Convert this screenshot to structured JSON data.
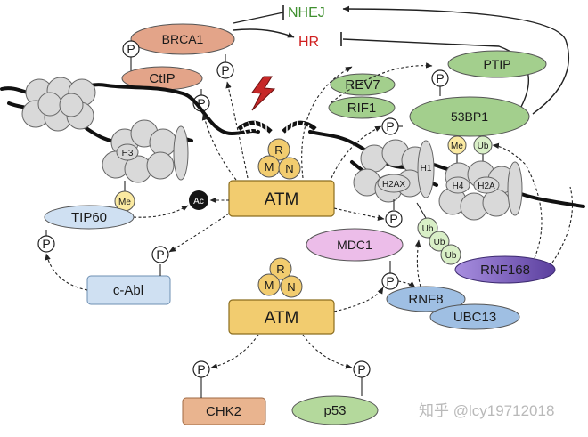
{
  "labels": {
    "nhej": "NHEJ",
    "hr": "HR",
    "brca1": "BRCA1",
    "ctip": "CtIP",
    "ptip": "PTIP",
    "rev7": "REV7",
    "rif1": "RIF1",
    "bp53": "53BP1",
    "me": "Me",
    "ub": "Ub",
    "h3": "H3",
    "h2ax": "H2AX",
    "h1": "H1",
    "h4": "H4",
    "h2a": "H2A",
    "atm": "ATM",
    "r": "R",
    "m": "M",
    "n": "N",
    "ac": "Ac",
    "tip60": "TIP60",
    "p": "P",
    "cabl": "c-Abl",
    "mdc1": "MDC1",
    "rnf8": "RNF8",
    "ubc13": "UBC13",
    "rnf168": "RNF168",
    "chk2": "CHK2",
    "p53": "p53"
  },
  "watermark": "知乎 @lcy19712018",
  "colors": {
    "brca1": "#e3a489",
    "ctip": "#e3a489",
    "green": "#a3cf8d",
    "atm": "#f2cc6f",
    "mdc1": "#ecbde9",
    "rnf8": "#9fbfe3",
    "rnf168": "#8b71c9",
    "cabl": "#cfe0f2",
    "chk2": "#e9b48f",
    "p53": "#b4d99c",
    "me": "#fbeaa1",
    "ub": "#d9efc7",
    "ac": "#151515"
  }
}
